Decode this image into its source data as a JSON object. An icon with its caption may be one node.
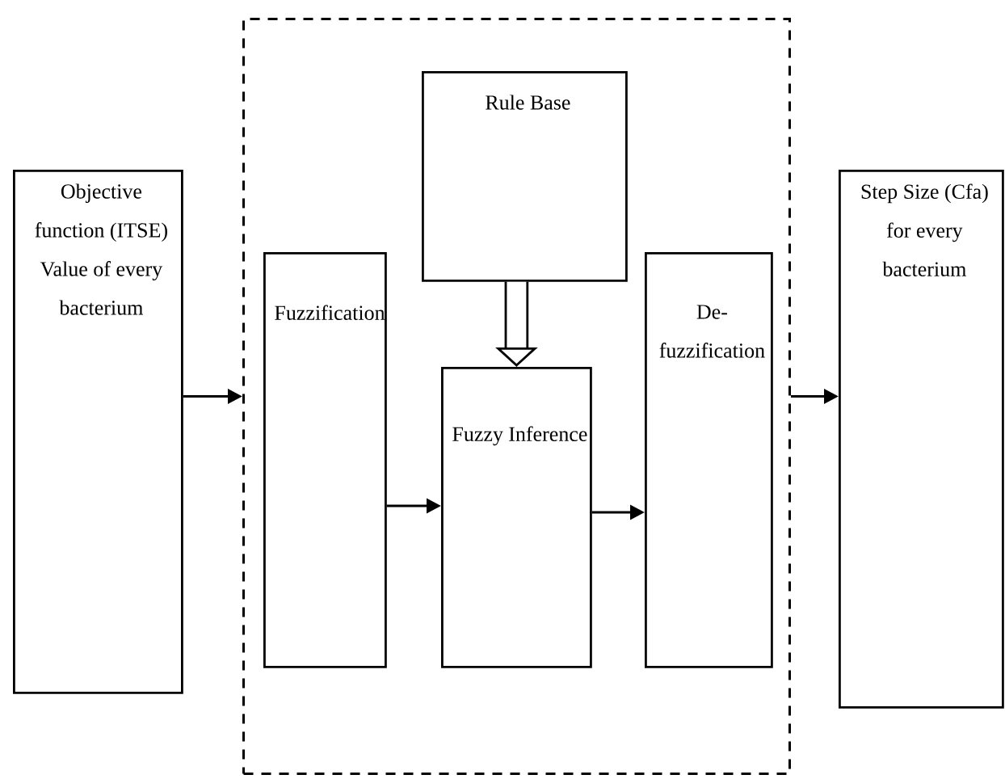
{
  "diagram": {
    "nodes": [
      {
        "text": [
          "Objective function (ITSE) Value of every bacterium"
        ]
      },
      {
        "text": [],
        "shape": "box"
      },
      {
        "text": [
          "Rule Base"
        ],
        "in": 1
      },
      {
        "text": [
          "Fuzzification"
        ],
        "in": 1
      },
      {
        "text": [
          "Fuzzy Inference"
        ],
        "in": 1
      },
      {
        "text": [
          "De-fuzzification"
        ],
        "in": 1
      },
      {
        "text": [
          "Step Size (Cfa) for every bacterium"
        ]
      }
    ],
    "edges": [
      {
        "from": 0,
        "to": 1,
        "arrow": "to"
      },
      {
        "from": 2,
        "to": 4,
        "arrow": "to",
        "style": "thick"
      },
      {
        "from": 3,
        "to": 4,
        "arrow": "to"
      },
      {
        "from": 4,
        "to": 5,
        "arrow": "to"
      },
      {
        "from": 1,
        "to": 6,
        "arrow": "to"
      }
    ]
  }
}
